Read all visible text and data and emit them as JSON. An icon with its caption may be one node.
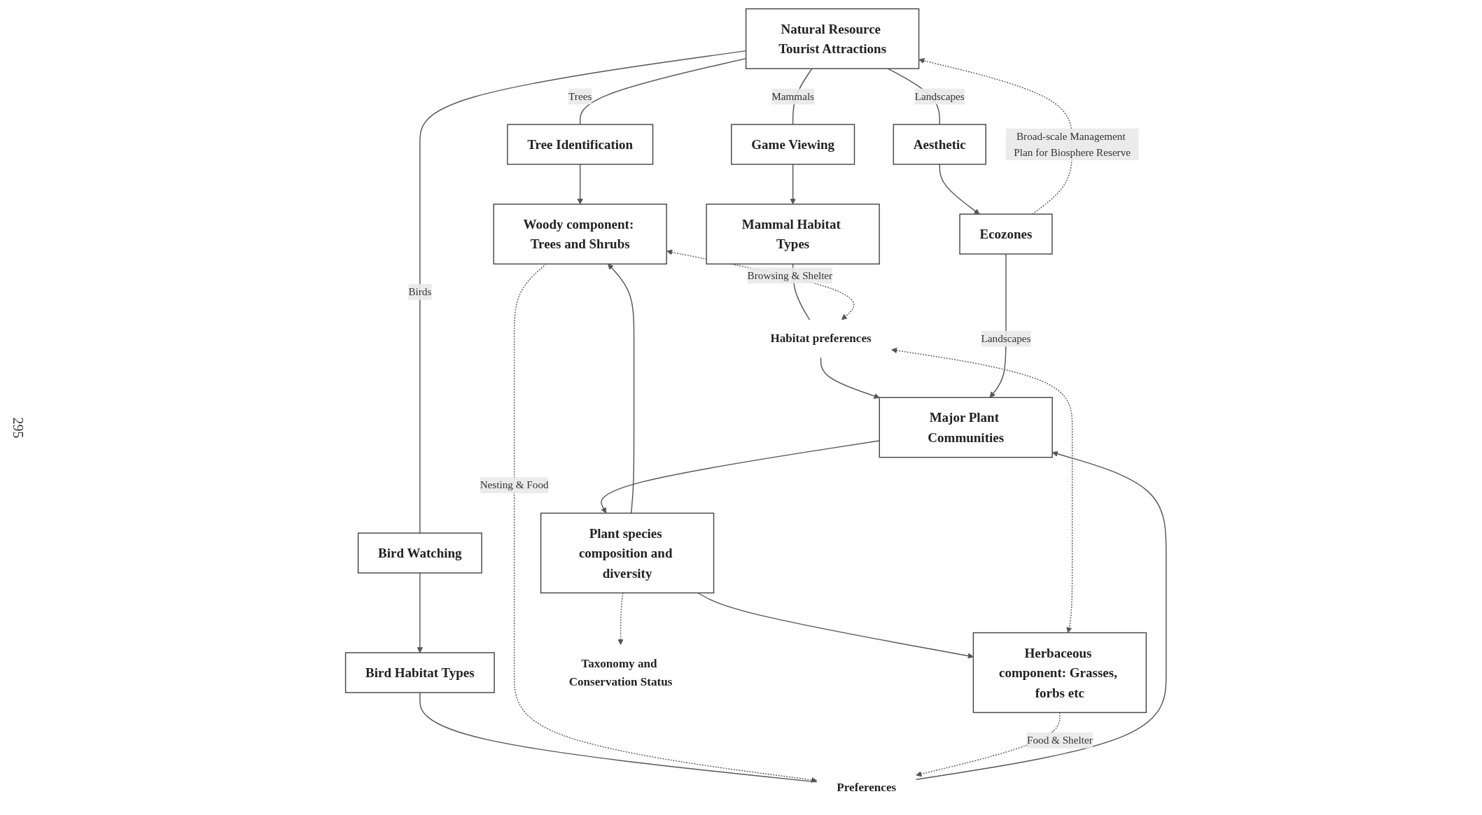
{
  "diagram": {
    "nodes": [
      {
        "text": [
          "Natural Resource Tourist Attractions"
        ]
      },
      {
        "text": [
          "Tree Identification"
        ]
      },
      {
        "text": [
          "Game Viewing"
        ]
      },
      {
        "text": [
          "Bird Watching"
        ]
      },
      {
        "text": [
          "Aesthetic"
        ]
      },
      {
        "text": [
          "Mammal Habitat Types"
        ]
      },
      {
        "text": [
          "Bird Habitat Types"
        ]
      },
      {
        "text": [
          "Ecozones"
        ]
      },
      {
        "text": [
          "Habitat preferences"
        ]
      },
      {
        "text": [
          "Preferences"
        ]
      },
      {
        "text": [
          "Major Plant Communities"
        ]
      },
      {
        "text": [
          "Woody component: Trees and Shrubs"
        ]
      },
      {
        "text": [
          "Plant species composition and diversity"
        ]
      },
      {
        "text": [
          "Herbaceous component: Grasses, forbs etc"
        ]
      },
      {
        "text": [
          "Taxonomy and Conservation Status"
        ]
      }
    ],
    "edges": [
      {
        "from": 0,
        "to": 1,
        "arrow": "none",
        "label": "Trees"
      },
      {
        "from": 0,
        "to": 2,
        "arrow": "none",
        "label": "Mammals"
      },
      {
        "from": 0,
        "to": 3,
        "arrow": "none",
        "label": "Birds"
      },
      {
        "from": 0,
        "to": 4,
        "arrow": "none",
        "label": "Landscapes"
      },
      {
        "from": 1,
        "to": 11,
        "arrow": "to"
      },
      {
        "from": 2,
        "to": 5,
        "arrow": "to"
      },
      {
        "from": 3,
        "to": 6,
        "arrow": "to"
      },
      {
        "from": 4,
        "to": 7,
        "arrow": "to"
      },
      {
        "from": 5,
        "to": 8,
        "arrow": "none"
      },
      {
        "from": 8,
        "to": 10,
        "arrow": "to"
      },
      {
        "from": 6,
        "to": 9,
        "arrow": "none"
      },
      {
        "from": 9,
        "to": 10,
        "arrow": "to"
      },
      {
        "from": 7,
        "to": 10,
        "arrow": "to",
        "label": "Landscapes"
      },
      {
        "from": 10,
        "to": 12,
        "arrow": "to"
      },
      {
        "from": 12,
        "to": 11,
        "arrow": "to"
      },
      {
        "from": 12,
        "to": 13,
        "arrow": "to"
      },
      {
        "from": 12,
        "to": 14,
        "arrow": "to",
        "style": "dashed"
      },
      {
        "from": 7,
        "to": 0,
        "arrow": "to",
        "style": "dashed",
        "label": "Broad-scale Management Plan for Biosphere Reserve"
      },
      {
        "from": 11,
        "to": 8,
        "arrow": "both",
        "style": "dashed",
        "label": "Browsing & Shelter"
      },
      {
        "from": 8,
        "to": 13,
        "arrow": "both",
        "style": "dashed"
      },
      {
        "from": 11,
        "to": 9,
        "arrow": "to",
        "style": "dashed",
        "label": "Nesting & Food"
      },
      {
        "from": 13,
        "to": 9,
        "arrow": "to",
        "style": "dashed",
        "label": "Food & Shelter"
      }
    ],
    "labels": [
      "295"
    ]
  }
}
